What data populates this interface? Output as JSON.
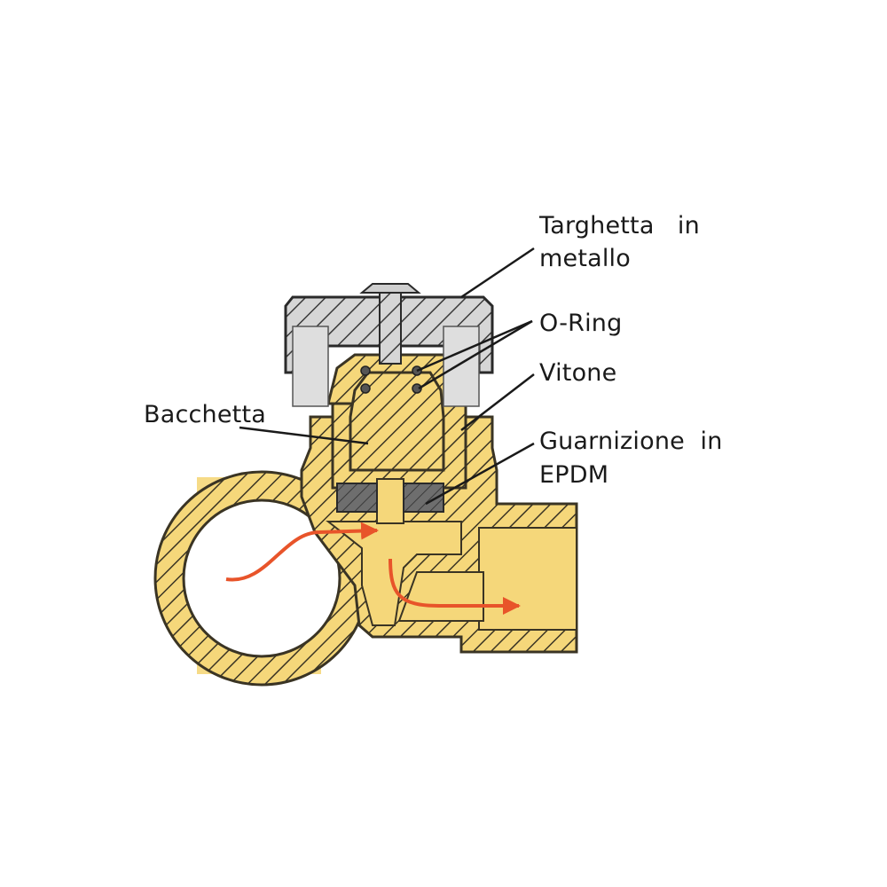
{
  "labels": {
    "targhetta_line1": "Targhetta   in",
    "targhetta_line2": "metallo",
    "oring": "O-Ring",
    "vitone": "Vitone",
    "bacchetta": "Bacchetta",
    "guarnizione_line1": "Guarnizione  in",
    "guarnizione_line2": "EPDM"
  },
  "colors": {
    "brass": "#f5d77a",
    "brass_hatch": "#3a3424",
    "cap_grey": "#cfcfcf",
    "gasket": "#6e6e6e",
    "flow_arrow": "#e8542a",
    "leader": "#1a1a1a",
    "text": "#1a1a1a"
  }
}
